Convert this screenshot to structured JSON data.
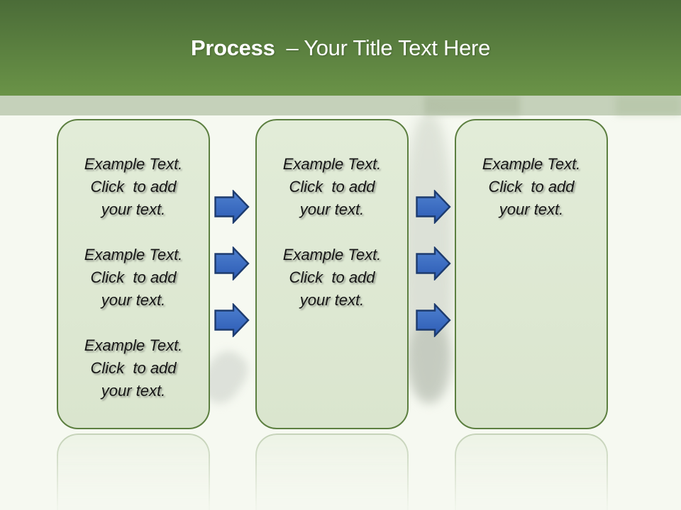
{
  "slide": {
    "title": {
      "bold": "Process",
      "rest": "– Your Title Text Here"
    }
  },
  "diagram": {
    "boxes": [
      {
        "name": "step-1",
        "paragraphs": [
          "Example Text.\nClick  to add\nyour text.",
          "Example Text.\nClick  to add\nyour text.",
          "Example Text.\nClick  to add\nyour text."
        ]
      },
      {
        "name": "step-2",
        "paragraphs": [
          "Example Text.\nClick  to add\nyour text.",
          "Example Text.\nClick  to add\nyour text."
        ]
      },
      {
        "name": "step-3",
        "paragraphs": [
          "Example Text.\nClick  to add\nyour text."
        ]
      }
    ],
    "arrow_groups": [
      {
        "between": "step-1-to-step-2",
        "arrow_count": 3
      },
      {
        "between": "step-2-to-step-3",
        "arrow_count": 3
      }
    ]
  },
  "colors": {
    "header_top": "#4b6c38",
    "header_bottom": "#6a9347",
    "band": "#c5d1ba",
    "background": "#f6f9f1",
    "box_fill_top": "#e2ecd8",
    "box_fill_bottom": "#dae5ce",
    "box_border": "#5c7f40",
    "text": "#161616",
    "title": "#ffffff",
    "arrow_fill_top": "#4e80cf",
    "arrow_fill_bottom": "#2d5cb5",
    "arrow_border": "#1d3b6e"
  }
}
